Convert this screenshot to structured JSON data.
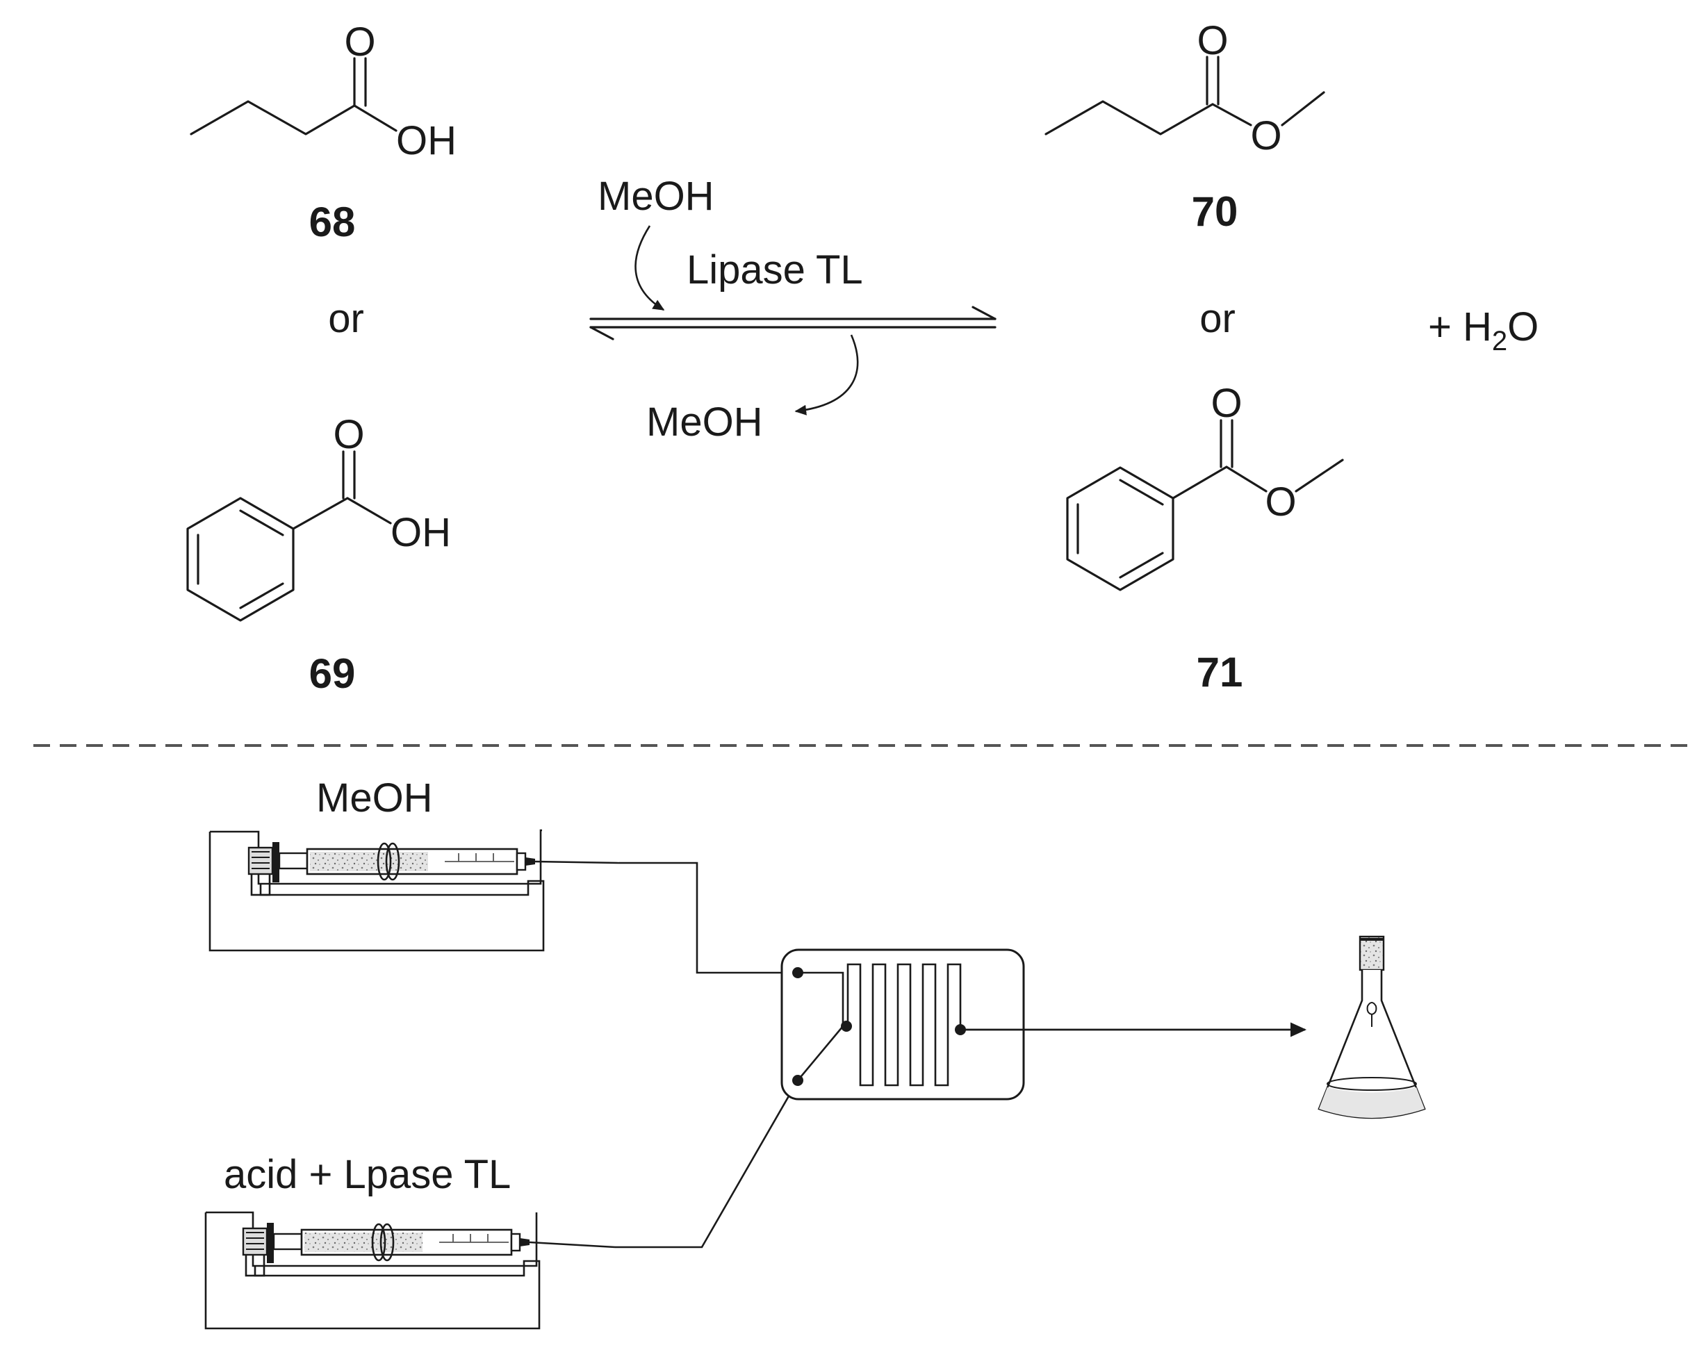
{
  "scheme": {
    "reactants": [
      {
        "label": "68",
        "atoms": {
          "carbonyl_o": "O",
          "hydroxyl": "OH"
        }
      },
      {
        "label": "69",
        "atoms": {
          "carbonyl_o": "O",
          "hydroxyl": "OH"
        }
      }
    ],
    "products": [
      {
        "label": "70",
        "atoms": {
          "carbonyl_o": "O",
          "ester_o": "O"
        }
      },
      {
        "label": "71",
        "atoms": {
          "carbonyl_o": "O",
          "ester_o": "O"
        }
      }
    ],
    "or_left": "or",
    "or_right": "or",
    "reagent_in": "MeOH",
    "catalyst": "Lipase TL",
    "reagent_out": "MeOH",
    "byproduct": {
      "prefix": "+ H",
      "subscript": "2",
      "suffix": "O"
    }
  },
  "setup": {
    "syringe_top_label": "MeOH",
    "syringe_bottom_label": "acid + Lpase TL"
  }
}
